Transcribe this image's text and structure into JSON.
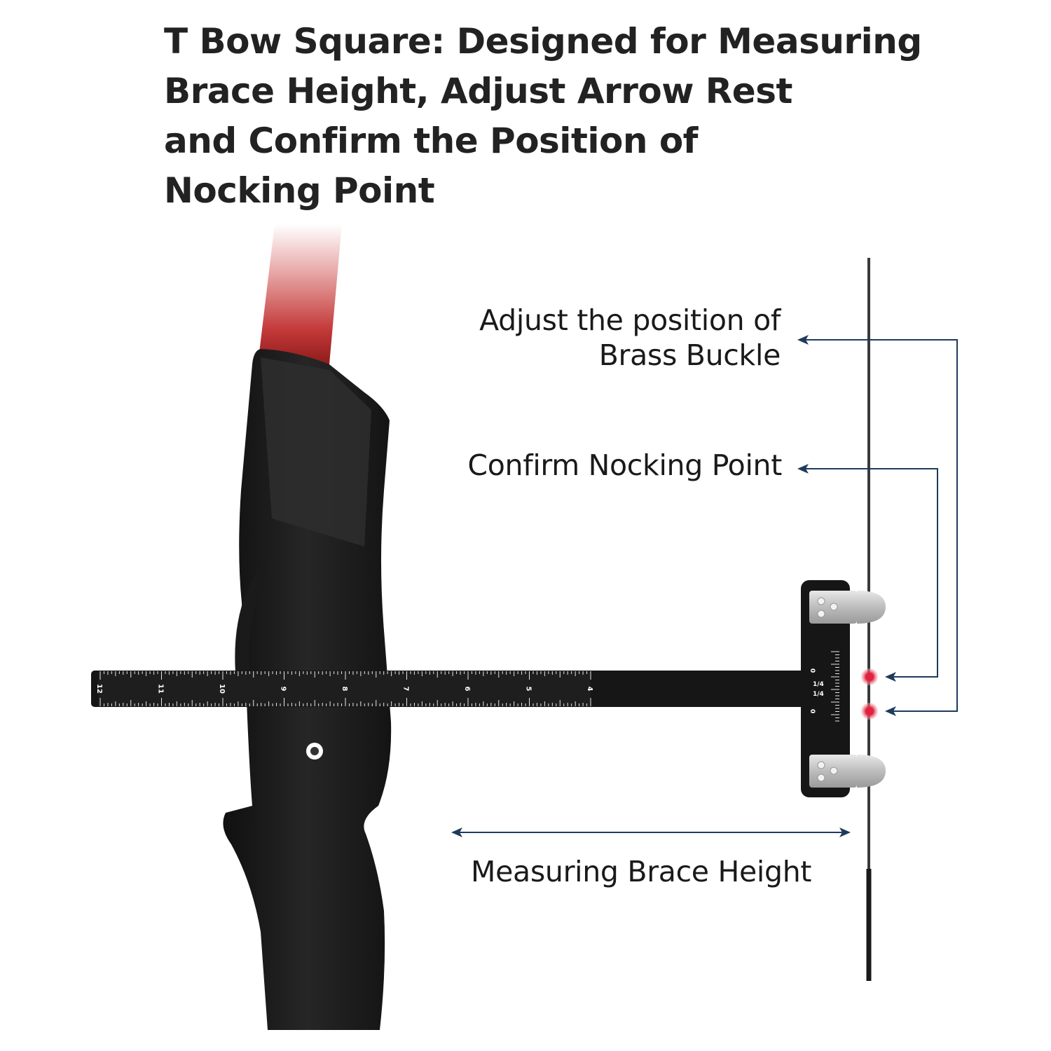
{
  "headline": {
    "lines": [
      "T Bow Square: Designed for Measuring",
      "Brace Height, Adjust Arrow Rest",
      "and Confirm the Position of",
      "Nocking Point"
    ]
  },
  "callouts": {
    "brass_buckle": [
      "Adjust the position of",
      "Brass Buckle"
    ],
    "nocking_point": "Confirm Nocking Point",
    "brace_height": "Measuring Brace Height"
  },
  "ruler": {
    "inch_labels": [
      "12",
      "11",
      "10",
      "9",
      "8",
      "7",
      "6",
      "5",
      "4"
    ],
    "vertical_labels": [
      "0",
      "1/4",
      "1/4",
      "0"
    ]
  },
  "colors": {
    "headline_text": "#222222",
    "bow_body": "#1c1c1c",
    "limb_red": "#c0392b",
    "arrow_line": "#1f3a5c",
    "marker_red": "#e0223c",
    "clip_metal": "#c8c8c8"
  },
  "icons": [
    "arrowhead-left-icon",
    "red-dot-marker-icon"
  ]
}
